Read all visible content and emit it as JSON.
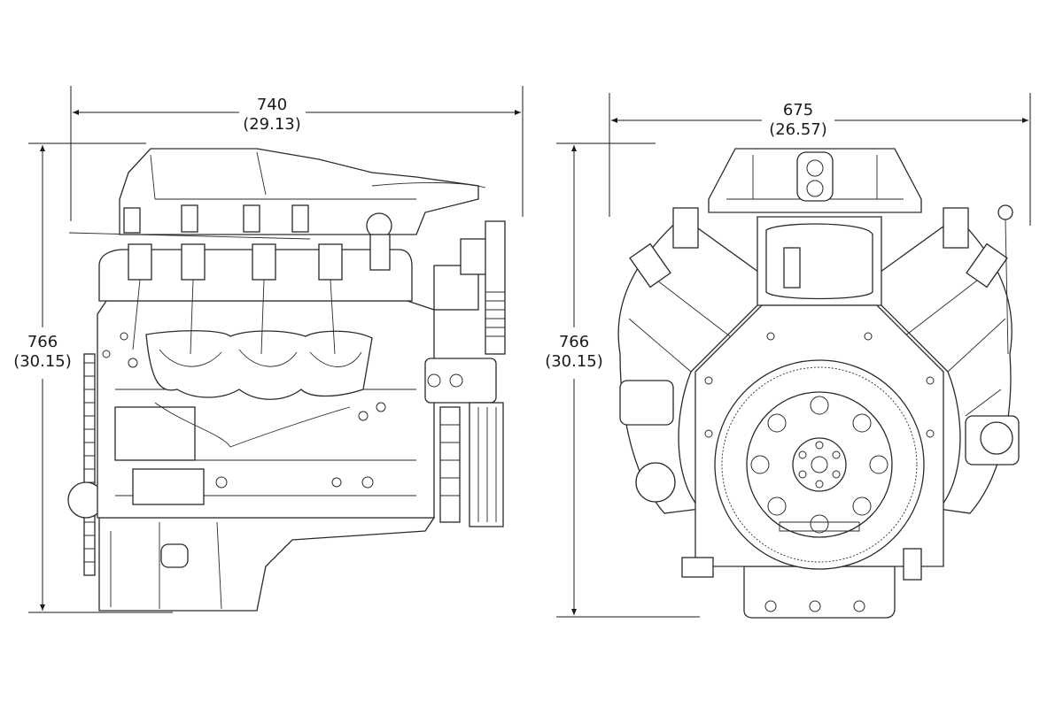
{
  "side_view": {
    "width_mm": "740",
    "width_in": "(29.13)",
    "height_mm": "766",
    "height_in": "(30.15)"
  },
  "rear_view": {
    "width_mm": "675",
    "width_in": "(26.57)",
    "height_mm": "766",
    "height_in": "(30.15)"
  }
}
